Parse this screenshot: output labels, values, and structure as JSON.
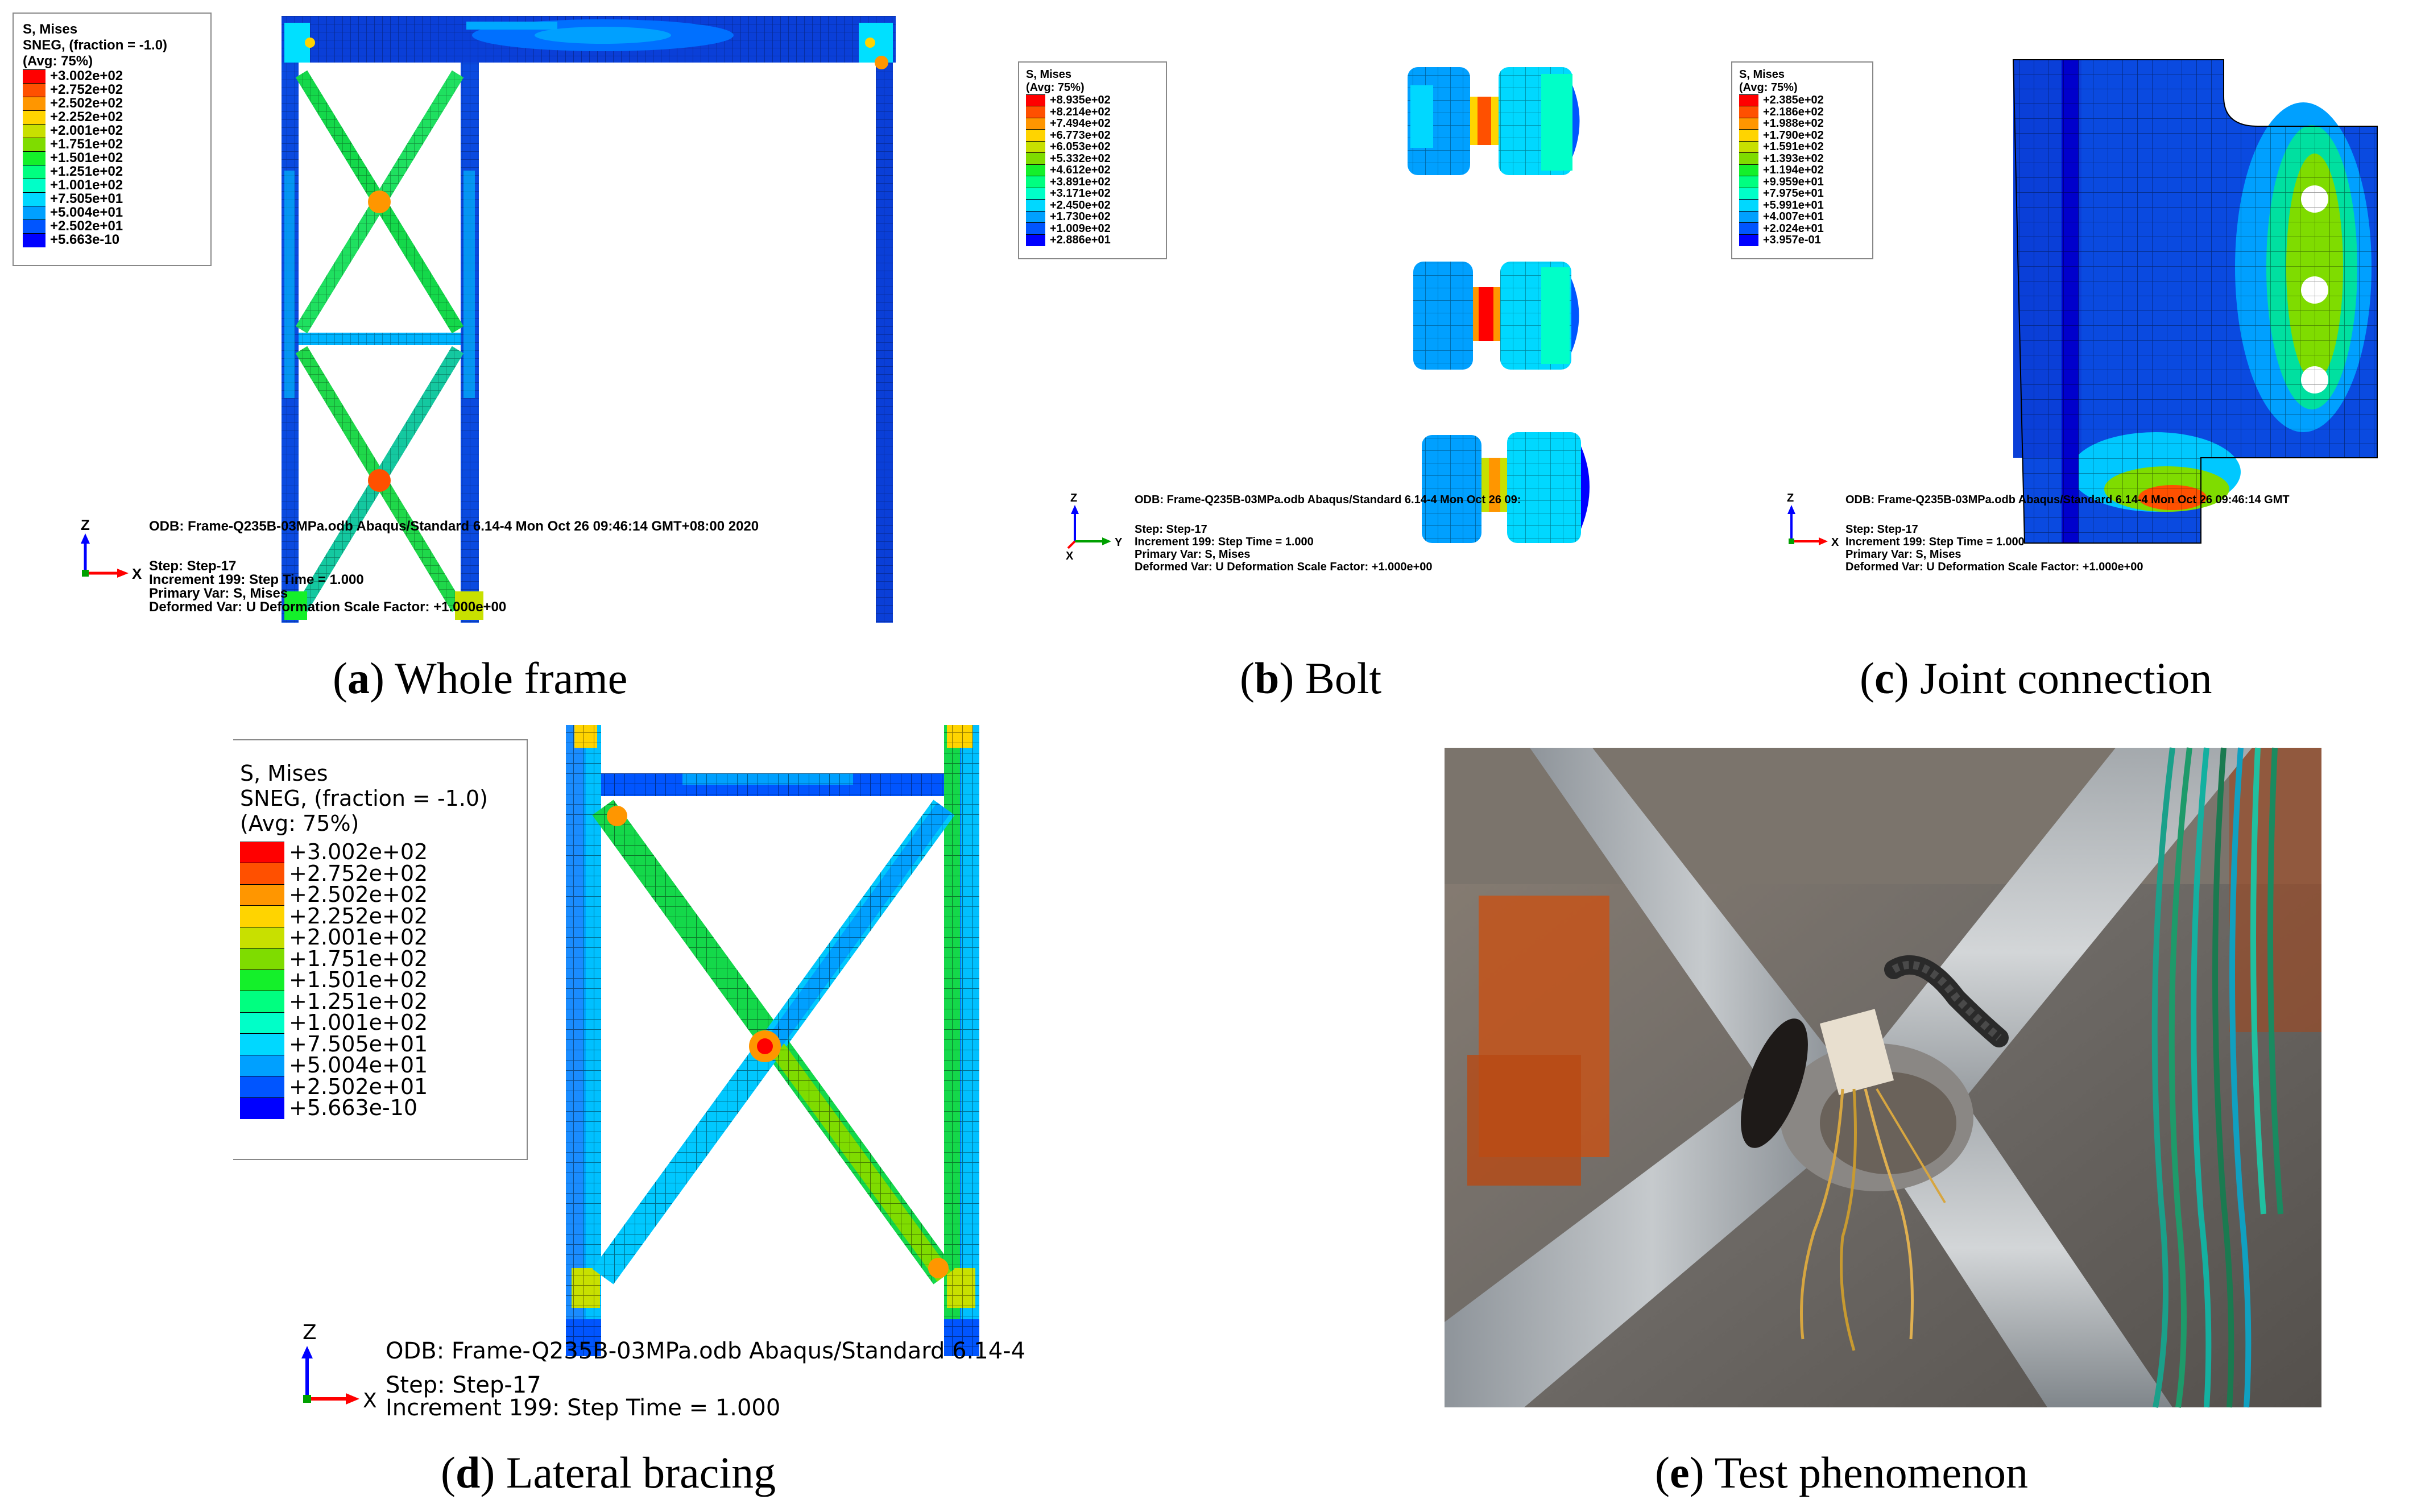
{
  "colors": {
    "contour": [
      "#0000ff",
      "#0055ff",
      "#00a0ff",
      "#00d8ff",
      "#00ffc8",
      "#00ff80",
      "#14f02a",
      "#7fdc00",
      "#c8e000",
      "#ffd400",
      "#ff9600",
      "#ff5000",
      "#ff0000"
    ]
  },
  "contour_legend_frame": {
    "title": "S, Mises",
    "subtitle": "SNEG, (fraction = -1.0)",
    "avg": "(Avg: 75%)",
    "values": [
      "+3.002e+02",
      "+2.752e+02",
      "+2.502e+02",
      "+2.252e+02",
      "+2.001e+02",
      "+1.751e+02",
      "+1.501e+02",
      "+1.251e+02",
      "+1.001e+02",
      "+7.505e+01",
      "+5.004e+01",
      "+2.502e+01",
      "+5.663e-10"
    ]
  },
  "contour_legend_bolt": {
    "title": "S, Mises",
    "avg": "(Avg: 75%)",
    "values": [
      "+8.935e+02",
      "+8.214e+02",
      "+7.494e+02",
      "+6.773e+02",
      "+6.053e+02",
      "+5.332e+02",
      "+4.612e+02",
      "+3.891e+02",
      "+3.171e+02",
      "+2.450e+02",
      "+1.730e+02",
      "+1.009e+02",
      "+2.886e+01"
    ]
  },
  "contour_legend_joint": {
    "title": "S, Mises",
    "avg": "(Avg: 75%)",
    "values": [
      "+2.385e+02",
      "+2.186e+02",
      "+1.988e+02",
      "+1.790e+02",
      "+1.591e+02",
      "+1.393e+02",
      "+1.194e+02",
      "+9.959e+01",
      "+7.975e+01",
      "+5.991e+01",
      "+4.007e+01",
      "+2.024e+01",
      "+3.957e-01"
    ]
  },
  "panel_a": {
    "odb_line": "ODB: Frame-Q235B-03MPa.odb    Abaqus/Standard 6.14-4    Mon Oct 26 09:46:14 GMT+08:00 2020",
    "step_line": "Step: Step-17",
    "increment_line": "Increment    199: Step Time =     1.000",
    "primary_line": "Primary Var: S, Mises",
    "deformed_line": "Deformed Var: U   Deformation Scale Factor: +1.000e+00",
    "axis_z": "Z",
    "axis_x": "X"
  },
  "panel_b": {
    "odb_line": "ODB: Frame-Q235B-03MPa.odb    Abaqus/Standard 6.14-4    Mon Oct 26 09:",
    "step_line": "Step: Step-17",
    "increment_line": "Increment    199: Step Time =     1.000",
    "primary_line": "Primary Var: S, Mises",
    "deformed_line": "Deformed Var: U   Deformation Scale Factor: +1.000e+00",
    "axis_z": "Z",
    "axis_x": "X",
    "axis_y": "Y"
  },
  "panel_c": {
    "odb_line": "ODB: Frame-Q235B-03MPa.odb    Abaqus/Standard 6.14-4    Mon Oct 26 09:46:14 GMT",
    "step_line": "Step: Step-17",
    "increment_line": "Increment    199: Step Time =     1.000",
    "primary_line": "Primary Var: S, Mises",
    "deformed_line": "Deformed Var: U   Deformation Scale Factor: +1.000e+00",
    "axis_z": "Z",
    "axis_x": "X"
  },
  "panel_d": {
    "odb_line": "ODB: Frame-Q235B-03MPa.odb    Abaqus/Standard 6.14-4",
    "step_line": "Step: Step-17",
    "increment_line": "Increment    199: Step Time =     1.000",
    "axis_z": "Z",
    "axis_x": "X"
  },
  "captions": {
    "a_letter": "a",
    "a_text": " Whole frame",
    "b_letter": "b",
    "b_text": " Bolt",
    "c_letter": "c",
    "c_text": " Joint connection",
    "d_letter": "d",
    "d_text": " Lateral bracing",
    "e_letter": "e",
    "e_text": " Test phenomenon"
  }
}
